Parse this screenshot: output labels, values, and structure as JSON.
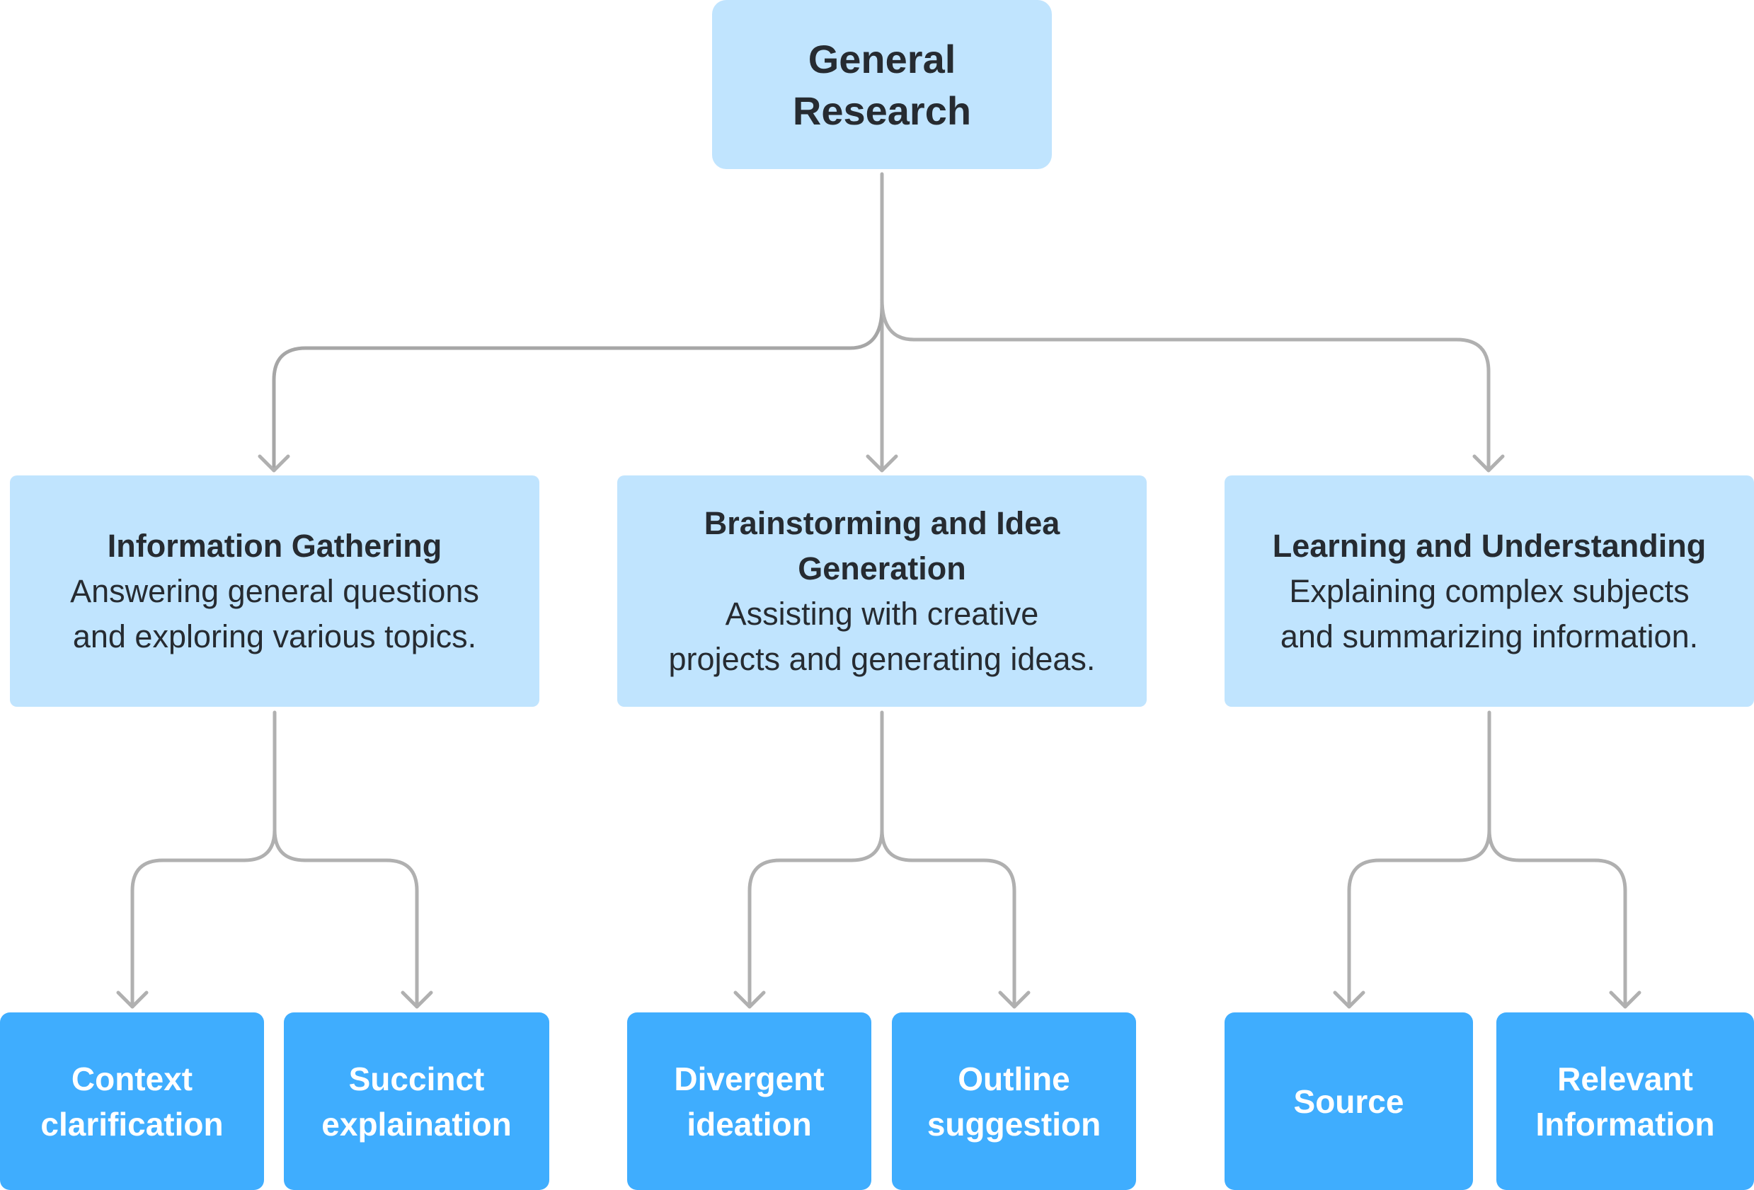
{
  "diagram": {
    "root": {
      "label_lines": [
        "General",
        "Research"
      ]
    },
    "categories": [
      {
        "id": "information-gathering",
        "title_lines": [
          "Information Gathering"
        ],
        "description_lines": [
          "Answering general questions",
          "and exploring various topics."
        ],
        "children": [
          {
            "label_lines": [
              "Context",
              "clarification"
            ]
          },
          {
            "label_lines": [
              "Succinct",
              "explaination"
            ]
          }
        ]
      },
      {
        "id": "brainstorming",
        "title_lines": [
          "Brainstorming and Idea",
          "Generation"
        ],
        "description_lines": [
          "Assisting with creative",
          "projects and generating ideas."
        ],
        "children": [
          {
            "label_lines": [
              "Divergent",
              "ideation"
            ]
          },
          {
            "label_lines": [
              "Outline",
              "suggestion"
            ]
          }
        ]
      },
      {
        "id": "learning",
        "title_lines": [
          "Learning and Understanding"
        ],
        "description_lines": [
          "Explaining complex subjects",
          "and summarizing information."
        ],
        "children": [
          {
            "label_lines": [
              "Source"
            ]
          },
          {
            "label_lines": [
              "Relevant",
              "Information"
            ]
          }
        ]
      }
    ]
  },
  "colors": {
    "root_fill": "#c0e4fe",
    "category_fill": "#c0e4fe",
    "leaf_fill": "#3fadfe",
    "connector": "#b0b0b0",
    "dark_text": "#262b31",
    "leaf_text": "#ffffff"
  }
}
